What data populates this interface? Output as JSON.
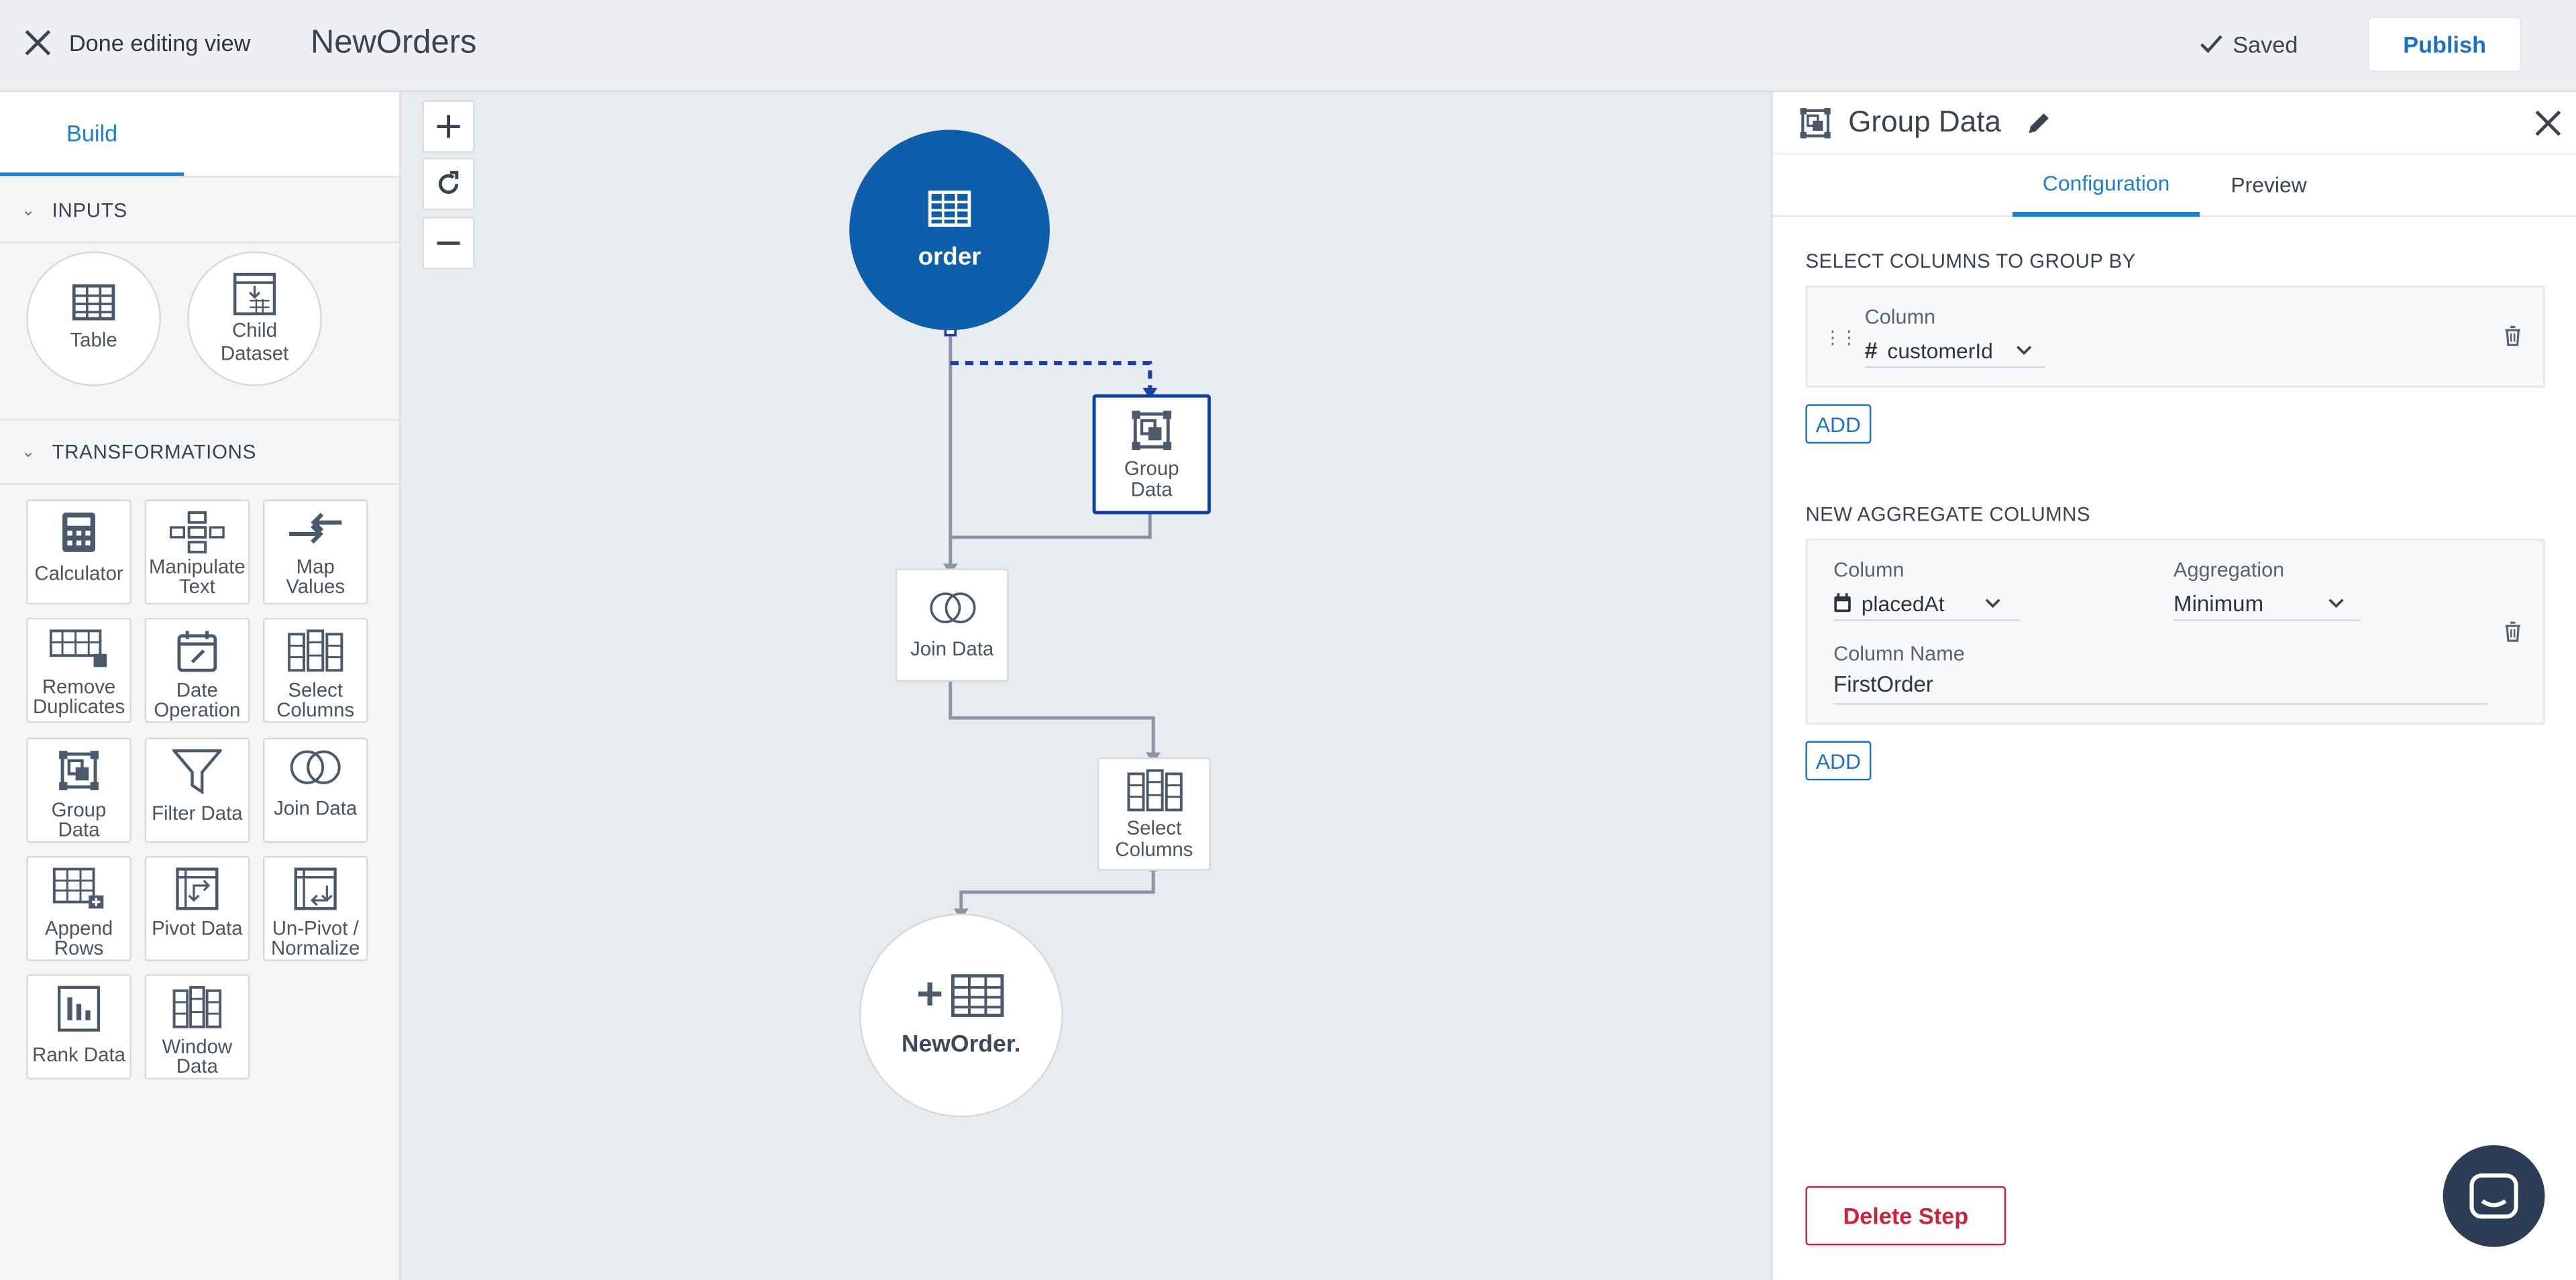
{
  "header": {
    "done_label": "Done editing view",
    "title": "NewOrders",
    "saved_label": "Saved",
    "publish_label": "Publish"
  },
  "left_panel": {
    "tab": "Build",
    "inputs_header": "INPUTS",
    "inputs": [
      {
        "label": "Table",
        "icon": "table-icon"
      },
      {
        "label": "Child Dataset",
        "icon": "child-dataset-icon"
      }
    ],
    "transformations_header": "TRANSFORMATIONS",
    "transformations": [
      {
        "label": "Calculator",
        "icon": "calculator-icon"
      },
      {
        "label": "Manipulate Text",
        "icon": "manipulate-text-icon"
      },
      {
        "label": "Map Values",
        "icon": "map-values-icon"
      },
      {
        "label": "Remove Duplicates",
        "icon": "remove-duplicates-icon"
      },
      {
        "label": "Date Operation",
        "icon": "date-operation-icon"
      },
      {
        "label": "Select Columns",
        "icon": "select-columns-icon"
      },
      {
        "label": "Group Data",
        "icon": "group-data-icon"
      },
      {
        "label": "Filter Data",
        "icon": "filter-icon"
      },
      {
        "label": "Join Data",
        "icon": "join-icon"
      },
      {
        "label": "Append Rows",
        "icon": "append-rows-icon"
      },
      {
        "label": "Pivot Data",
        "icon": "pivot-icon"
      },
      {
        "label": "Un-Pivot / Normalize",
        "icon": "unpivot-icon"
      },
      {
        "label": "Rank Data",
        "icon": "rank-icon"
      },
      {
        "label": "Window Data",
        "icon": "window-icon"
      }
    ]
  },
  "canvas": {
    "nodes": {
      "order": "order",
      "group_data": "Group Data",
      "join_data": "Join Data",
      "select_columns": "Select Columns",
      "output": "NewOrder."
    }
  },
  "right_panel": {
    "title": "Group Data",
    "tabs": [
      "Configuration",
      "Preview"
    ],
    "active_tab": "Configuration",
    "group_by_header": "SELECT COLUMNS TO GROUP BY",
    "group_by": {
      "column_label": "Column",
      "column_value": "customerId"
    },
    "add_label": "ADD",
    "aggregate_header": "NEW AGGREGATE COLUMNS",
    "aggregate": {
      "column_label": "Column",
      "column_value": "placedAt",
      "aggregation_label": "Aggregation",
      "aggregation_value": "Minimum",
      "name_label": "Column Name",
      "name_value": "FirstOrder"
    },
    "delete_label": "Delete Step"
  },
  "colors": {
    "accent": "#1a73c9",
    "node_blue": "#0d5eab",
    "danger": "#d0213c"
  }
}
